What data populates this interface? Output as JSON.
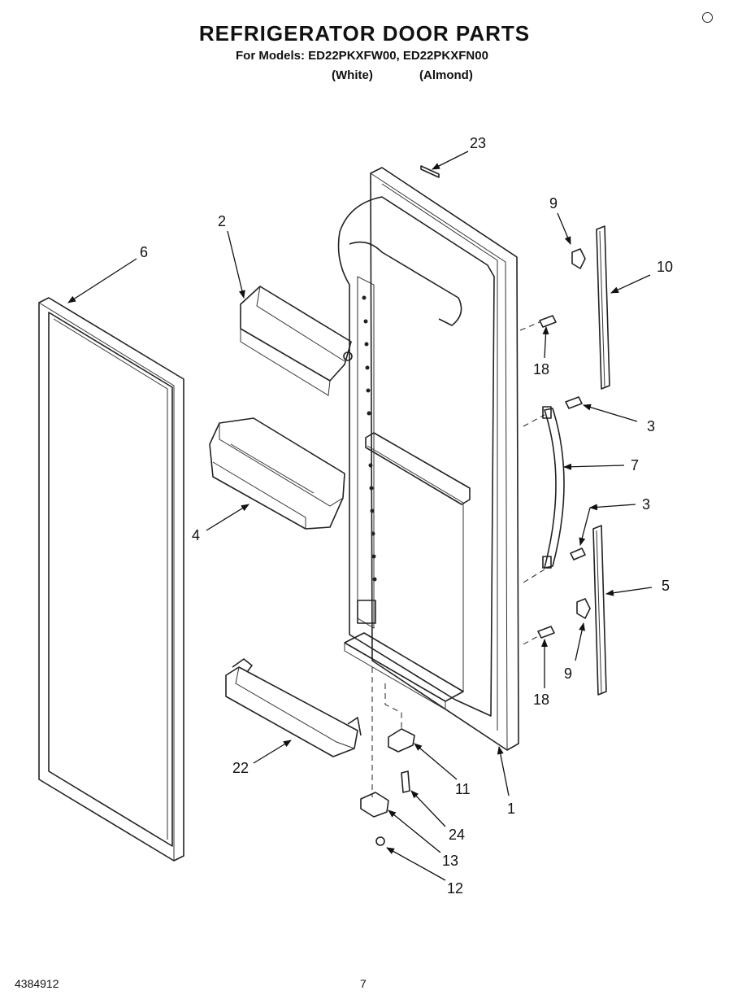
{
  "header": {
    "title": "REFRIGERATOR DOOR PARTS",
    "subtitle": "For Models: ED22PKXFW00, ED22PKXFN00",
    "variant_white": "(White)",
    "variant_almond": "(Almond)"
  },
  "footer": {
    "document_number": "4384912",
    "page_number": "7"
  },
  "callouts": {
    "c1": "1",
    "c2": "2",
    "c3a": "3",
    "c3b": "3",
    "c4": "4",
    "c5": "5",
    "c6": "6",
    "c7": "7",
    "c9a": "9",
    "c9b": "9",
    "c10": "10",
    "c11": "11",
    "c12": "12",
    "c13": "13",
    "c18a": "18",
    "c18b": "18",
    "c22": "22",
    "c23": "23",
    "c24": "24"
  }
}
